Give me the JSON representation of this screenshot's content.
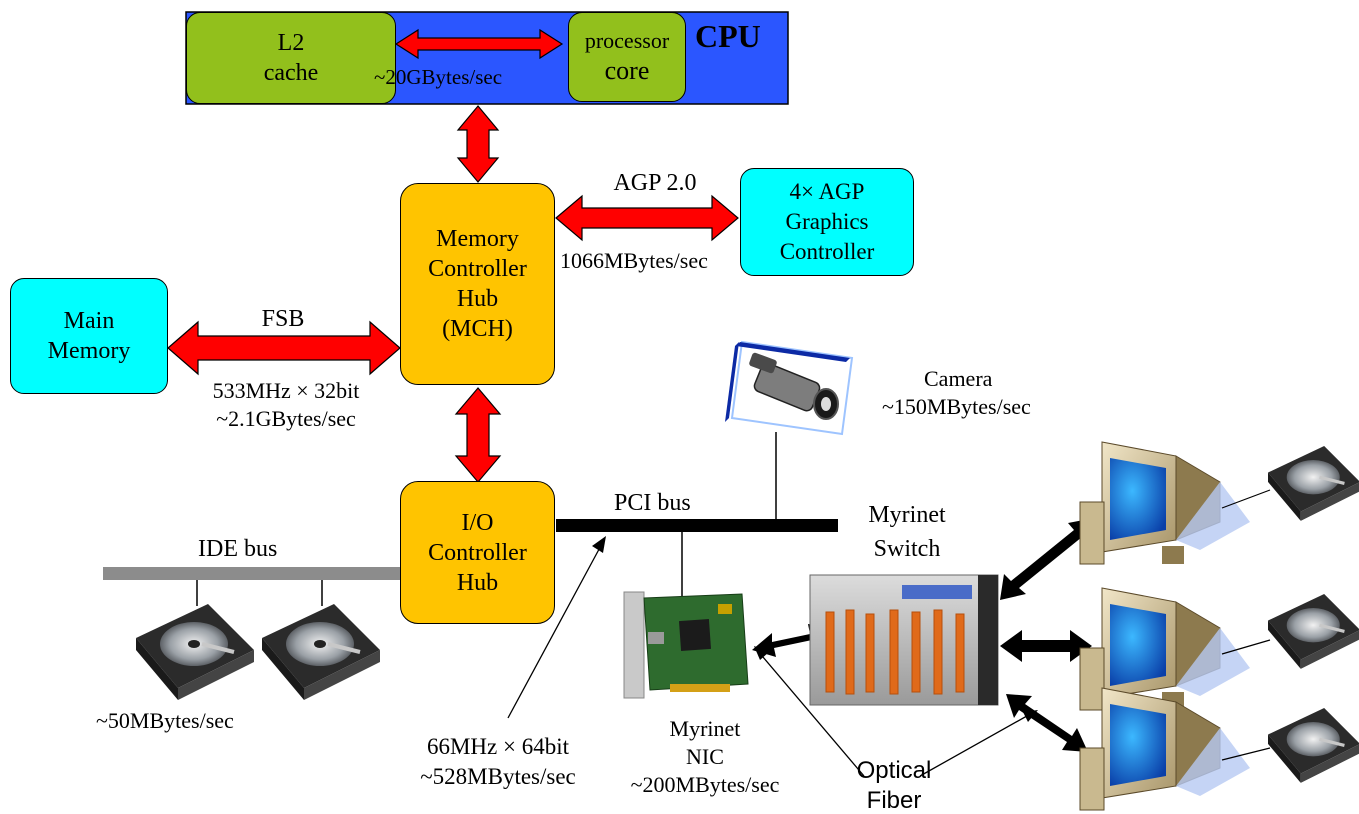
{
  "cpu": {
    "label": "CPU",
    "l2_cache": "L2\ncache",
    "processor_core_top": "processor",
    "processor_core_bottom": "core",
    "cpu_bus_speed": "~20GBytes/sec"
  },
  "mch": {
    "label": "Memory\nController\nHub\n(MCH)"
  },
  "ioch": {
    "label": "I/O\nController\nHub"
  },
  "agp": {
    "box": "4× AGP\nGraphics\nController",
    "bus": "AGP 2.0",
    "speed": "1066MBytes/sec"
  },
  "memory": {
    "box": "Main\nMemory",
    "bus": "FSB",
    "speed_line1": "533MHz × 32bit",
    "speed_line2": "~2.1GBytes/sec"
  },
  "pci": {
    "bus": "PCI bus",
    "speed_line1": "66MHz × 64bit",
    "speed_line2": "~528MBytes/sec"
  },
  "ide": {
    "bus": "IDE bus",
    "speed": "~50MBytes/sec"
  },
  "camera": {
    "label": "Camera",
    "speed": "~150MBytes/sec"
  },
  "myrinet_switch": {
    "label_line1": "Myrinet",
    "label_line2": "Switch"
  },
  "myrinet_nic": {
    "line1": "Myrinet",
    "line2": "NIC",
    "line3": "~200MBytes/sec"
  },
  "optical_fiber": {
    "line1": "Optical",
    "line2": "Fiber"
  },
  "colors": {
    "cpu_bg": "#2b56ff",
    "green": "#92c01c",
    "orange": "#ffc400",
    "cyan": "#00ffff",
    "arrow_red": "#ff0000",
    "bus_black": "#000000",
    "ide_gray": "#8c8c8c"
  }
}
